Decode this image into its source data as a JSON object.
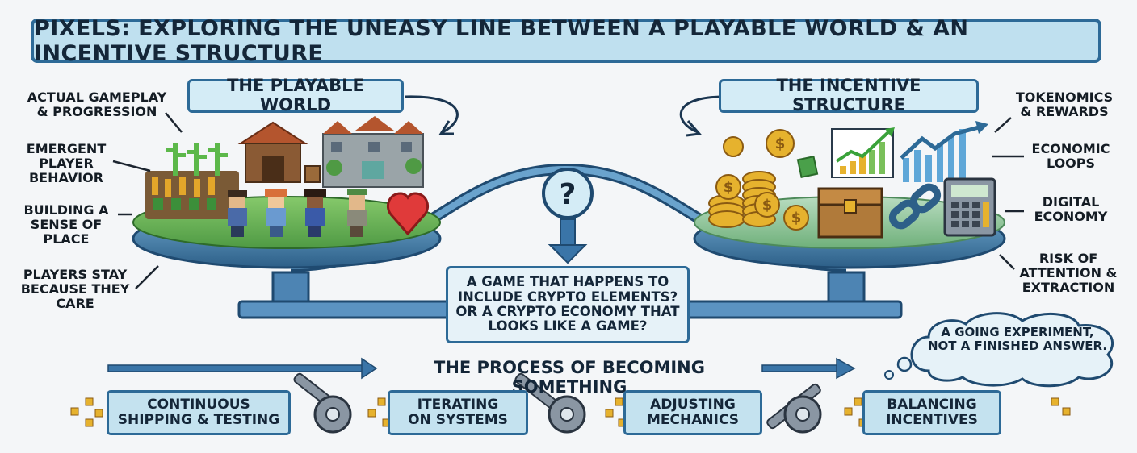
{
  "title": "PIXELS: EXPLORING THE UNEASY LINE BETWEEN A PLAYABLE WORLD & AN INCENTIVE STRUCTURE",
  "left_panel": {
    "heading": "THE PLAYABLE WORLD",
    "labels": [
      "ACTUAL GAMEPLAY\n& PROGRESSION",
      "EMERGENT\nPLAYER\nBEHAVIOR",
      "BUILDING A\nSENSE OF\nPLACE",
      "PLAYERS STAY\nBECAUSE THEY\nCARE"
    ]
  },
  "right_panel": {
    "heading": "THE INCENTIVE STRUCTURE",
    "labels": [
      "TOKENOMICS\n& REWARDS",
      "ECONOMIC\nLOOPS",
      "DIGITAL\nECONOMY",
      "RISK OF\nATTENTION &\nEXTRACTION"
    ]
  },
  "center": {
    "question_mark": "?",
    "question": "A GAME THAT HAPPENS TO\nINCLUDE CRYPTO ELEMENTS?\nOR A CRYPTO ECONOMY THAT\nLOOKS LIKE A GAME?"
  },
  "thought_bubble": "A GOING EXPERIMENT,\nNOT A FINISHED ANSWER.",
  "process": {
    "label": "THE PROCESS OF BECOMING SOMETHING",
    "steps": [
      "CONTINUOUS\nSHIPPING & TESTING",
      "ITERATING\nON SYSTEMS",
      "ADJUSTING\nMECHANICS",
      "BALANCING\nINCENTIVES"
    ]
  },
  "colors": {
    "primary_blue": "#2d6a97",
    "light_blue": "#bfe0ef",
    "grass_green": "#6fb85a",
    "coin_gold": "#e6b22e",
    "heart_red": "#e03a3a",
    "gear_gray": "#8a96a3"
  },
  "icons": [
    "crop-icon",
    "barn-icon",
    "village-icon",
    "villager-icon",
    "heart-icon",
    "coin-stack-icon",
    "treasure-chest-icon",
    "chain-link-icon",
    "calculator-icon",
    "chart-up-icon",
    "money-bill-icon",
    "wrench-icon",
    "gear-icon",
    "question-mark-icon"
  ]
}
